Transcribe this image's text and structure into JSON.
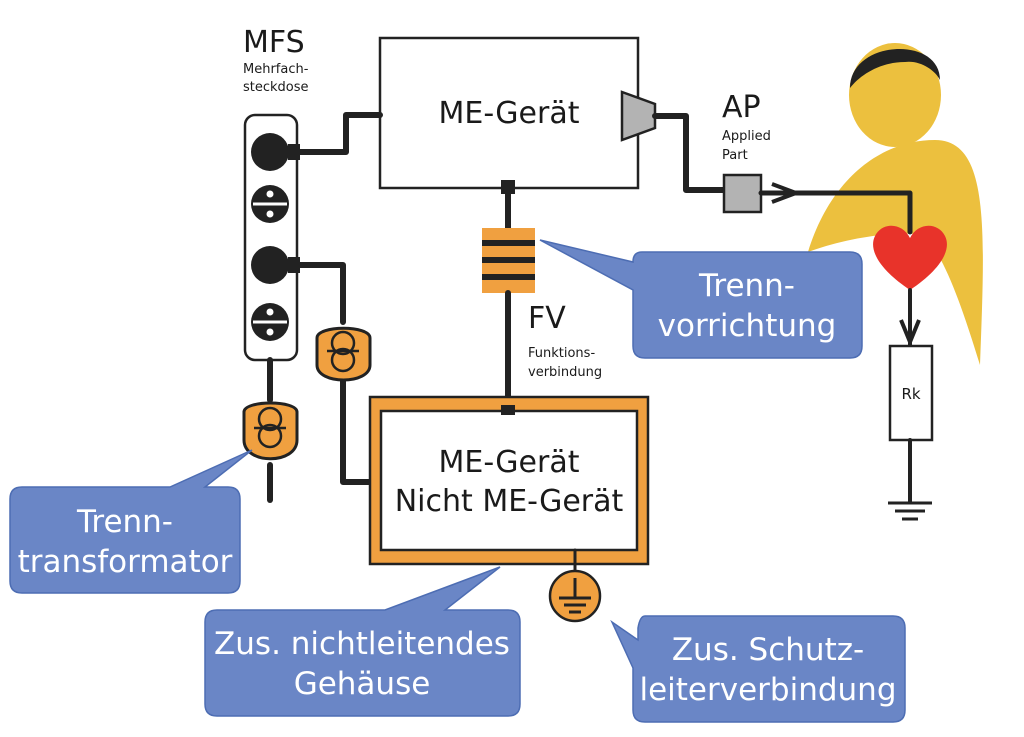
{
  "labels": {
    "mfs": "MFS",
    "mfs_sub_1": "Mehrfach-",
    "mfs_sub_2": "steckdose",
    "me_device_top": "ME-Gerät",
    "ap": "AP",
    "ap_sub_1": "Applied",
    "ap_sub_2": "Part",
    "fv": "FV",
    "fv_sub_1": "Funktions-",
    "fv_sub_2": "verbindung",
    "rk": "Rk",
    "me_device_bottom_1": "ME-Gerät",
    "me_device_bottom_2": "Nicht ME-Gerät"
  },
  "callouts": {
    "trennvorrichtung_1": "Trenn-",
    "trennvorrichtung_2": "vorrichtung",
    "trenntransformator_1": "Trenn-",
    "trenntransformator_2": "transformator",
    "gehaeuse_1": "Zus. nichtleitendes",
    "gehaeuse_2": "Gehäuse",
    "schutzleiter_1": "Zus. Schutz-",
    "schutzleiter_2": "leiterverbindung"
  },
  "colors": {
    "callout_fill": "#6a86c6",
    "orange": "#f0a040",
    "heart": "#e8332a",
    "person_body": "#ecc03e",
    "person_hair": "#222222",
    "applied_part": "#b3b3b3"
  },
  "icons": {
    "socket": "socket-icon",
    "transformer": "isolation-transformer-icon",
    "ground": "ground-icon",
    "heart": "heart-icon",
    "person": "patient-icon"
  }
}
